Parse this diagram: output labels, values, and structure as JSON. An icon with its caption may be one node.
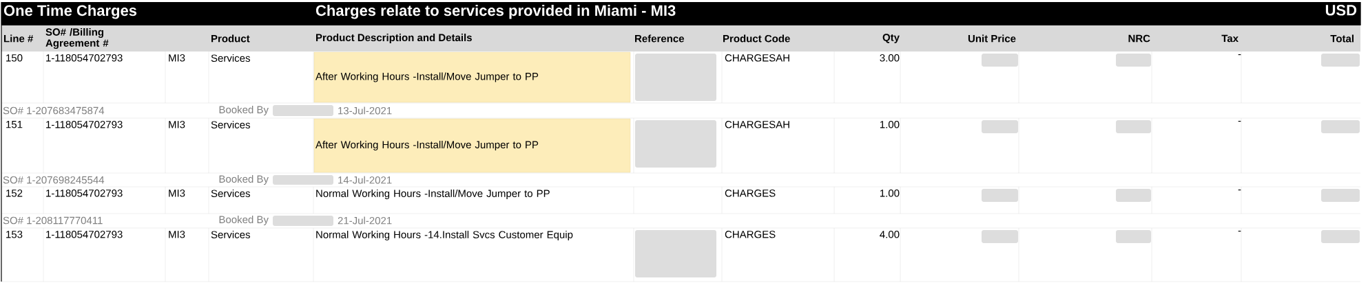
{
  "diagram": {
    "labels": [
      "One Time Charges",
      "Charges relate to services provided in Miami - MI3",
      "USD",
      "Line #",
      "SO# /Billing Agreement #",
      "Product",
      "Product Description and Details",
      "Reference",
      "Product Code",
      "Qty",
      "Unit Price",
      "NRC",
      "Tax",
      "Total",
      "150",
      "1-118054702793",
      "MI3",
      "Services",
      "After Working Hours -Install/Move Jumper to PP",
      "CHARGESAH",
      "3.00",
      "-",
      "SO# 1-207683475874",
      "Booked By",
      "13-Jul-2021",
      "151",
      "1-118054702793",
      "MI3",
      "Services",
      "After Working Hours -Install/Move Jumper to PP",
      "CHARGESAH",
      "1.00",
      "-",
      "SO# 1-207698245544",
      "Booked By",
      "14-Jul-2021",
      "152",
      "1-118054702793",
      "MI3",
      "Services",
      "Normal Working Hours -Install/Move Jumper to PP",
      "CHARGES",
      "1.00",
      "-",
      "SO# 1-208117770411",
      "Booked By",
      "21-Jul-2021",
      "153",
      "1-118054702793",
      "MI3",
      "Services",
      "Normal Working Hours -14.Install Svcs Customer Equip",
      "CHARGES",
      "4.00",
      "-"
    ]
  }
}
